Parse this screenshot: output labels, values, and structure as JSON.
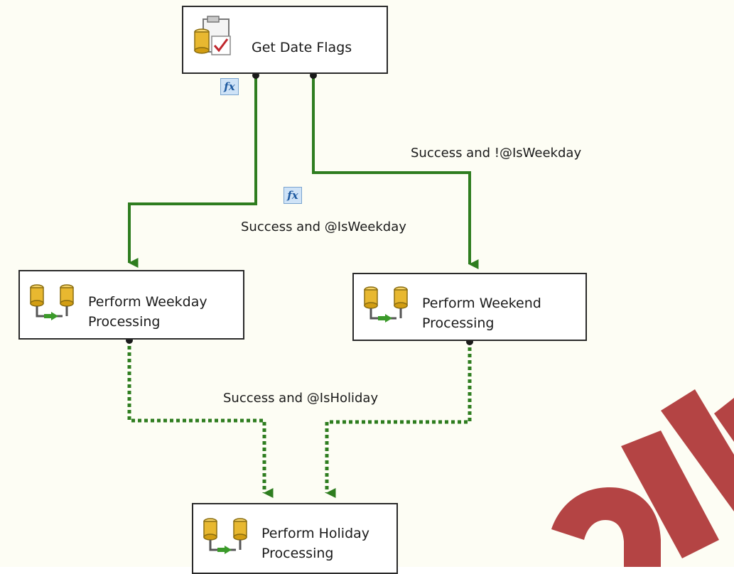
{
  "tasks": {
    "get_date_flags": {
      "name": "Get Date Flags"
    },
    "weekday": {
      "line1": "Perform Weekday",
      "line2": "Processing"
    },
    "weekend": {
      "line1": "Perform Weekend",
      "line2": "Processing"
    },
    "holiday": {
      "line1": "Perform Holiday",
      "line2": "Processing"
    }
  },
  "constraints": {
    "not_weekday": "Success and !@IsWeekday",
    "weekday": "Success and @IsWeekday",
    "holiday": "Success and @IsHoliday"
  },
  "expression_icon_glyph": "fx",
  "colors": {
    "background": "#fdfdf4",
    "connector": "#2e7d1f",
    "task_border": "#2a2a2a",
    "watermark": "#b03a3a"
  }
}
